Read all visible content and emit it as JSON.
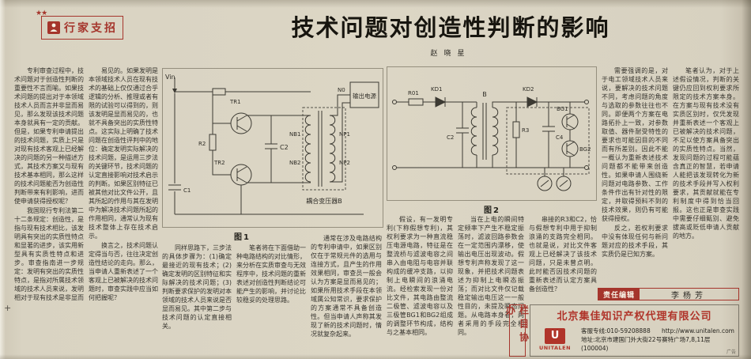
{
  "colors": {
    "accent_red": "#a5352c",
    "paper": "#d9d3c2",
    "ink": "#35332d"
  },
  "masthead": {
    "badge": "行家支招",
    "badge_stars": "★★",
    "title": "技术问题对创造性判断的影响",
    "author": "赵晓星"
  },
  "columns": {
    "c1": [
      "专利审查过程中，技术问题对于创造性判断的重要性不言而喻。如果技术问题的提出对于本领域技术人员而言并非显而易见，那么发现该技术问题本身就具有一定的贡献。但是，如果专利申请提出的技术问题，实质上只是对现有技术客观上已经解决的问题的另一种描述方式，其技术方案又与现有技术基本相同，那么这样的技术问题能否为创造性判断带来有利影响，进而使申请获得授权呢？",
      "我国现行专利法第二十二条规定：创造性，是指与现有技术相比，该发明具有突出的实质性特点和显著的进步，该实用新型具有实质性特点和进步。审查指南进一步规定：发明有突出的实质性特点，是指对所属技术领域的技术人员来说，发明相对于现有技术是非显而"
    ],
    "c2": [
      "易见的。如果发明是本领域技术人员在现有技术的基础上仅仅通过合乎逻辑的分析、推理或者有限的试验可以得到的，则该发明是显而易见的，也就不具备突出的实质性特点。这实际上明确了技术问题在创造性评判中的地位：确定发明实际解决的技术问题，是运用三步法的关键环节，技术问题的认定直接影响对技术启示的判断。如果区别特征已被其他对比文件公开，且其所起的作用与其在发明中为解决技术问题所起的作用相同，通常认为现有技术整体上存在技术启示。",
      "换言之，技术问题认定得当与否，往往决定创造性结论的走向。那么，当申请人重新表述了一个客观上已被解决的技术问题时，审查实践中应当如何把握呢？"
    ],
    "c3": [
      "同样思路下，三步法的具体步骤为：(1)确定最接近的现有技术；(2)确定发明的区别特征和实际解决的技术问题；(3)判断要求保护的发明对本领域的技术人员来说是否显而易见。其中第二步与技术问题的认定直接相关。"
    ],
    "c4": [
      "笔者将在下面借助一种电路结构的对比情形，来分析在实质审查与无效程序中，技术问题的重新表述对创造性判断结论可能产生的影响，并讨论比较稳妥的处理思路。"
    ],
    "c5": [
      "通常在涉及电路结构的专利申请中，如果区别仅在于常规元件的选用与连接方式，且产生的作用效果相同，审查员一般会认为方案是显而易见的；如果所用技术手段在本领域属公知常识，要求保护的方案通常不具备创造性。但当申请人声称其发现了新的技术问题时，情况就复杂起来。"
    ],
    "c6": [
      "假设，有一发明专利(下称假想专利)，其权利要求为一种直流稳压电源电路，特征是在整流桥与滤波电容之间串入由电阻与电容并联构成的缓冲支路，以抑制上电瞬间的浪涌电流。经检索发现一份对比文件，其电路由整流二极管、滤波电容以及三极管BG1和BG2组成的调整环节构成，结构与之基本相同。"
    ],
    "c7": [
      "当在上电的瞬间特定频率下产生不稳定振荡时，滤波回路参数会在一定范围内漂移，使输出电压出现波动。假想专利声称发现了这一现象，并把技术问题表述为抑制上电瞬态振荡；而对比文件仅记载稳定输出电压这一一般性目的，未提及瞬态问题。从电路本身看，两者采用的手段完全相同。"
    ],
    "c8": [
      "串接的R3和C2，恰与假想专利中用于抑制浪涌的支路完全相同。也就是说，对比文件客观上已经解决了该技术问题，只是未曾点明。此时能否因技术问题的重新表述而认定方案具备创造性？"
    ],
    "c9": [
      "需要强调的是，对于电工领域技术人员来说，要解决的技术问题不同，考虑问题的角度与选取的参数往往也不同。即便两个方案在电路拓扑上一致，对参数取值、器件耐受特性的要求也可能因目的不同而有所差别。因此不能一概认为重新表述技术问题都不能带来创造性。如果申请人围绕新问题对电路参数、工作条件作出有针对性的限定，并取得预料不到的技术效果，则仍有可能获得授权。",
      "反之，若权利要求中没有体现任何与新问题对应的技术手段，其实质仍是已知方案。"
    ],
    "c10": [
      "笔者认为，对于上述假设情况，判断的关键仍应回到权利要求所限定的技术方案本身。在方案与现有技术没有实质区别时，仅凭发现并重新表述一个客观上已被解决的技术问题，不足以使方案具备突出的实质性特点。当然，发现问题的过程可能蕴含真正的智慧，若申请人能把该发现转化为新的技术手段并写入权利要求，其贡献就能在专利制度中得到恰当回报。这也正是审查实践中需要仔细甄别、避免拔高或贬低申请人贡献的地方。"
    ]
  },
  "figures": {
    "fig1": {
      "caption": "图1",
      "labels": {
        "vin": "Vin",
        "tr1": "TR1",
        "tr2": "TR2",
        "c2": "C2",
        "r2": "R2",
        "c1": "C1",
        "n0": "N0",
        "np1": "NP1",
        "np2": "NP2",
        "nb1": "NB1",
        "nb2": "NB2",
        "transformer": "耦合变压器B",
        "output": "输出电源"
      }
    },
    "fig2": {
      "caption": "图2",
      "labels": {
        "r01": "R01",
        "kd1": "KD1",
        "kd2": "KD2",
        "b": "B",
        "c2": "C2",
        "c4": "C4",
        "r3": "R3",
        "bg1": "BG1",
        "bg2": "BG2"
      }
    }
  },
  "footer": {
    "editor_label": "责任编辑",
    "editor_name": "李杨芳",
    "sponsor_vertical": "栏目协办",
    "company_name": "北京集佳知识产权代理有限公司",
    "logo_initial": "U",
    "logo_name": "UNITALEN",
    "hotline": "客服专线:010-59208888",
    "website": "http://www.unitalen.com",
    "address": "地址:北京市建国门外大街22号赛特广场7,8,11层(100004)",
    "ad_tag": "广告",
    "registration_mark": "+"
  }
}
